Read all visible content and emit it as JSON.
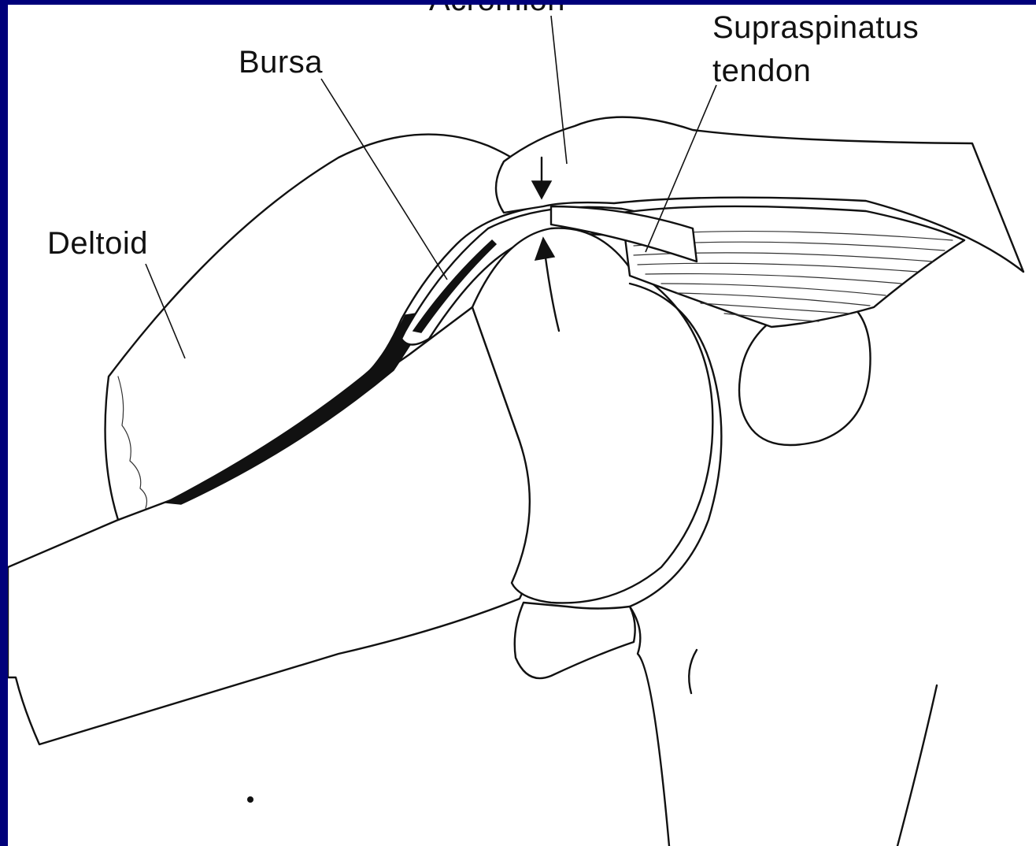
{
  "labels": {
    "acromion_partial": "Acromion",
    "bursa": "Bursa",
    "supraspinatus": "Supraspinatus",
    "tendon": "tendon",
    "deltoid": "Deltoid"
  },
  "colors": {
    "frame": "#00007a",
    "paper": "#ffffff",
    "ink": "#111111"
  }
}
